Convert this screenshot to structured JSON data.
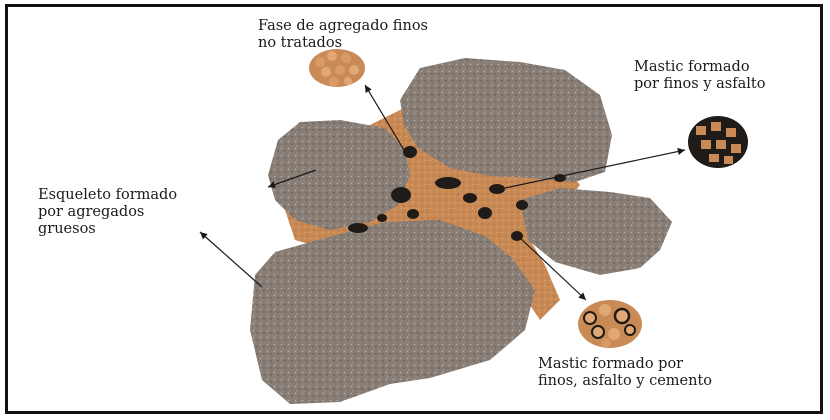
{
  "labels": {
    "fines_phase": [
      "Fase de agregado finos",
      "no tratados"
    ],
    "mastic_fines_asphalt": [
      "Mastic formado",
      "por finos y asfalto"
    ],
    "skeleton": [
      "Esqueleto formado",
      "por agregados",
      "gruesos"
    ],
    "mastic_cement": [
      "Mastic formado por",
      "finos, asfalto y cemento"
    ]
  },
  "colors": {
    "aggregate": "#8a8078",
    "aggregate_speckle": "#b3aaa2",
    "fines": "#c98a55",
    "asphalt": "#1e1b19",
    "frame": "#111111"
  }
}
